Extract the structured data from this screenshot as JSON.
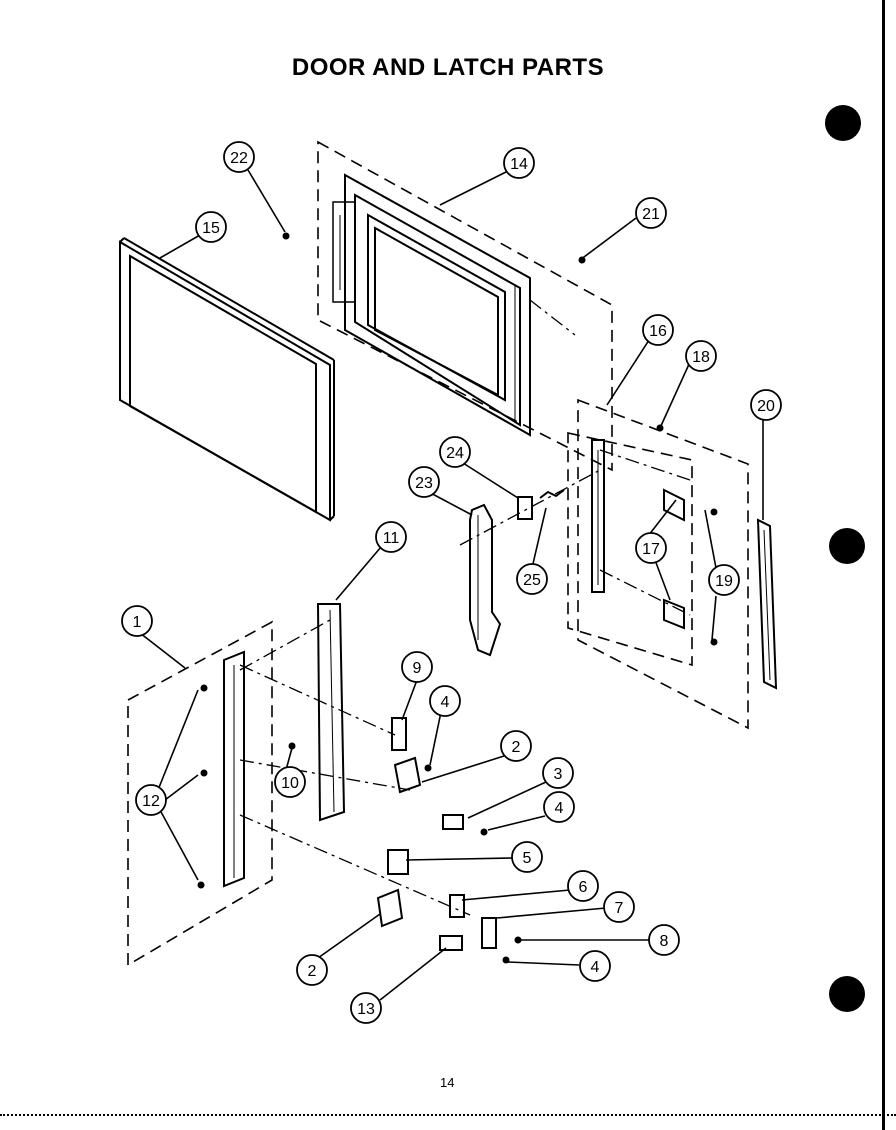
{
  "title": "DOOR AND LATCH PARTS",
  "page_number": "14",
  "callouts": [
    {
      "num": "1",
      "part": "door-assembly-group"
    },
    {
      "num": "2",
      "part": "switch-upper"
    },
    {
      "num": "2",
      "part": "switch-lower"
    },
    {
      "num": "3",
      "part": "actuator-block"
    },
    {
      "num": "4",
      "part": "screw-upper"
    },
    {
      "num": "4",
      "part": "screw-middle"
    },
    {
      "num": "4",
      "part": "screw-lower"
    },
    {
      "num": "5",
      "part": "plate"
    },
    {
      "num": "6",
      "part": "bracket"
    },
    {
      "num": "7",
      "part": "switch-small"
    },
    {
      "num": "8",
      "part": "screw"
    },
    {
      "num": "9",
      "part": "switch-holder"
    },
    {
      "num": "10",
      "part": "screw"
    },
    {
      "num": "11",
      "part": "latch-cover"
    },
    {
      "num": "12",
      "part": "screws"
    },
    {
      "num": "13",
      "part": "actuator-block-lower"
    },
    {
      "num": "14",
      "part": "door-frame"
    },
    {
      "num": "15",
      "part": "door-panel"
    },
    {
      "num": "16",
      "part": "hinge-assembly-group"
    },
    {
      "num": "17",
      "part": "hinge-plates"
    },
    {
      "num": "18",
      "part": "screw"
    },
    {
      "num": "19",
      "part": "screws"
    },
    {
      "num": "20",
      "part": "side-strip"
    },
    {
      "num": "21",
      "part": "screw"
    },
    {
      "num": "22",
      "part": "screw"
    },
    {
      "num": "23",
      "part": "latch-hook"
    },
    {
      "num": "24",
      "part": "latch-block"
    },
    {
      "num": "25",
      "part": "spring"
    }
  ]
}
